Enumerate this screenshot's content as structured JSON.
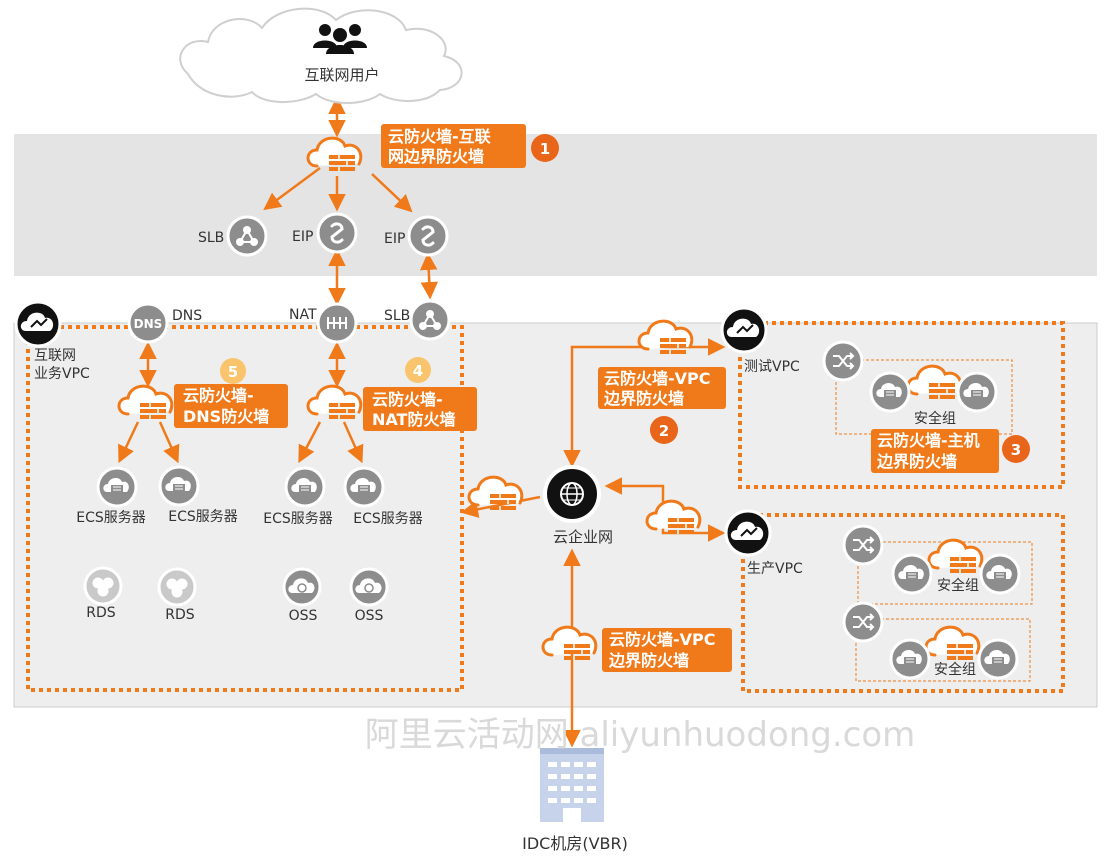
{
  "colors": {
    "accent": "#f07a1a",
    "badge_strong": "#e8651a",
    "badge_light": "#f9c46b",
    "icon_gray": "#8d8d8d",
    "icon_dark": "#111111",
    "band_gray": "#e4e4e4",
    "zone_gray": "#eeeeee"
  },
  "labels": {
    "internet_users": "互联网用户",
    "slb_top": "SLB",
    "eip_1": "EIP",
    "eip_2": "EIP",
    "nat": "NAT",
    "slb_mid": "SLB",
    "dns": "DNS",
    "internet_vpc": "互联网业务VPC",
    "internet_vpc_line1": "互联网",
    "internet_vpc_line2": "业务VPC",
    "ecs_1": "ECS服务器",
    "ecs_2": "ECS服务器",
    "ecs_3": "ECS服务器",
    "ecs_4": "ECS服务器",
    "rds_1": "RDS",
    "rds_2": "RDS",
    "oss_1": "OSS",
    "oss_2": "OSS",
    "cen": "云企业网",
    "test_vpc": "测试VPC",
    "prod_vpc": "生产VPC",
    "sg_1": "安全组",
    "sg_2": "安全组",
    "sg_3": "安全组",
    "idc": "IDC机房(VBR)",
    "watermark": "阿里云活动网 aliyunhuodong.com"
  },
  "tags": {
    "internet_fw": {
      "line1": "云防火墙-互联",
      "line2": "网边界防火墙",
      "badge": "1"
    },
    "vpc_fw_top": {
      "line1": "云防火墙-VPC",
      "line2": "边界防火墙",
      "badge": "2"
    },
    "host_fw": {
      "line1": "云防火墙-主机",
      "line2": "边界防火墙",
      "badge": "3"
    },
    "nat_fw": {
      "line1": "云防火墙-",
      "line2": "NAT防火墙",
      "badge": "4"
    },
    "dns_fw": {
      "line1": "云防火墙-",
      "line2": "DNS防火墙",
      "badge": "5"
    },
    "vpc_fw_bottom": {
      "line1": "云防火墙-VPC",
      "line2": "边界防火墙"
    }
  },
  "icons": {
    "users": "users-group-icon",
    "cloud_firewall": "cloud-firewall-icon",
    "slb": "load-balancer-icon",
    "eip": "elastic-ip-icon",
    "nat": "nat-gateway-icon",
    "dns": "dns-icon",
    "vpc": "vpc-cloud-icon",
    "ecs": "ecs-server-icon",
    "rds": "rds-database-icon",
    "oss": "oss-storage-icon",
    "cen": "globe-network-icon",
    "vswitch": "vswitch-icon",
    "idc": "building-icon"
  }
}
